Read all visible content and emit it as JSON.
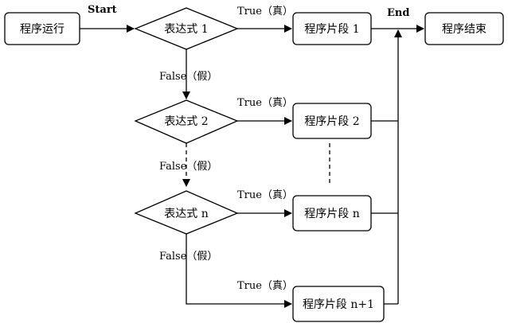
{
  "nodes": {
    "start_box": "程序运行",
    "cond_1": "表达式 1",
    "cond_2": "表达式 2",
    "cond_n": "表达式 n",
    "seg_1": "程序片段 1",
    "seg_2": "程序片段 2",
    "seg_n": "程序片段 n",
    "seg_n1": "程序片段 n+1",
    "end_box": "程序结束"
  },
  "labels": {
    "start": "Start",
    "end": "End",
    "true_1": "True（真）",
    "true_2": "True（真）",
    "true_n": "True（真）",
    "true_n1": "True（真）",
    "false_1": "False（假）",
    "false_2": "False（假）",
    "false_n": "False（假）"
  },
  "colors": {
    "stroke": "#000000",
    "background": "#ffffff"
  }
}
